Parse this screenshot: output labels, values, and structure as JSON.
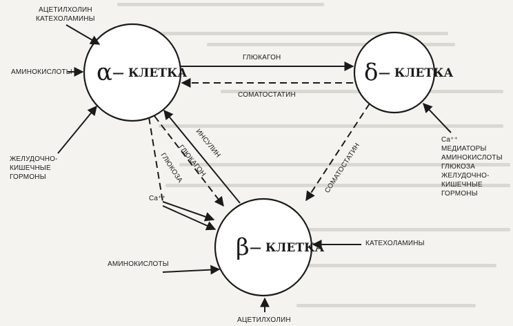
{
  "cells": {
    "alpha": {
      "greek": "α",
      "label": "— КЛЕТКА"
    },
    "delta": {
      "greek": "δ",
      "label": "— КЛЕТКА"
    },
    "beta": {
      "greek": "β",
      "label": "— КЛЕТКА"
    }
  },
  "inputs": {
    "alpha_top": [
      "АЦЕТИЛХОЛИН",
      "КАТЕХОЛАМИНЫ"
    ],
    "alpha_left": "АМИНОКИСЛОТЫ",
    "alpha_bottom_left": [
      "ЖЕЛУДОЧНО-",
      "КИШЕЧНЫЕ",
      "ГОРМОНЫ"
    ],
    "delta_right_ca": "Ca⁺⁺",
    "delta_right": [
      "МЕДИАТОРЫ",
      "АМИНОКИСЛОТЫ",
      "ГЛЮКОЗА",
      "ЖЕЛУДОЧНО-",
      "КИШЕЧНЫЕ",
      "ГОРМОНЫ"
    ],
    "beta_ca": "Ca⁺⁺",
    "beta_left": "АМИНОКИСЛОТЫ",
    "beta_right": "КАТЕХОЛАМИНЫ",
    "beta_bottom": "АЦЕТИЛХОЛИН"
  },
  "edges": {
    "glucagon_alpha_delta": "ГЛЮКАГОН",
    "somatostatin_delta_alpha": "СОМАТОСТАТИН",
    "insulin_beta_alpha": "ИНСУЛИН",
    "glucagon_alpha_beta": "ГЛЮКАГОН",
    "glucose_to_beta": "ГЛЮКОЗА",
    "somatostatin_delta_beta": "СОМАТОСТАТИН"
  }
}
